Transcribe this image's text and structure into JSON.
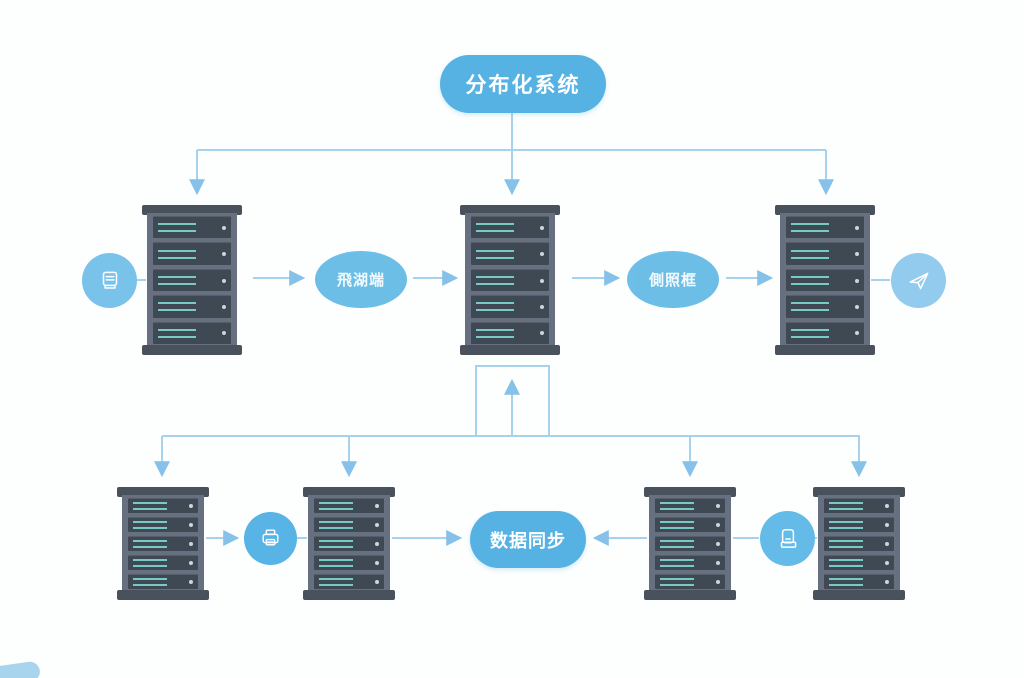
{
  "diagram": {
    "title_node": "分布化系统",
    "middle_row": {
      "left_bubble_label": "飛湖端",
      "right_bubble_label": "側照框"
    },
    "bottom_row": {
      "sync_bubble_label": "数据同步"
    },
    "icons": {
      "left_circle": "storage-device-icon",
      "right_circle": "paper-plane-icon",
      "bottom_left_circle": "printer-icon",
      "bottom_right_circle": "document-scanner-icon"
    },
    "colors": {
      "bubble_blue": "#55b2e3",
      "mid_bubble_blue": "#68bce7",
      "circle_blue": "#79c3ea",
      "pale_circle_blue": "#92cbed",
      "arrow_blue": "#a6d2ee",
      "arrowhead_blue": "#85c1e8",
      "server_body_gray": "#667080",
      "server_cap_gray": "#49525c",
      "server_slot_gray": "#3f4953",
      "slot_text_teal": "#7fd8d2"
    },
    "servers": {
      "middle_row_count": 3,
      "bottom_row_count": 4,
      "slots_per_rack": 5
    },
    "edges": [
      {
        "from": "root-node",
        "to": "server-m1",
        "type": "arrow"
      },
      {
        "from": "root-node",
        "to": "server-m2",
        "type": "arrow"
      },
      {
        "from": "root-node",
        "to": "server-m3",
        "type": "arrow"
      },
      {
        "from": "storage-circle",
        "to": "server-m1",
        "type": "line"
      },
      {
        "from": "server-m1",
        "to": "left-bubble",
        "type": "arrow"
      },
      {
        "from": "left-bubble",
        "to": "server-m2",
        "type": "arrow"
      },
      {
        "from": "server-m2",
        "to": "right-bubble",
        "type": "arrow"
      },
      {
        "from": "right-bubble",
        "to": "server-m3",
        "type": "arrow"
      },
      {
        "from": "server-m3",
        "to": "plane-circle",
        "type": "line"
      },
      {
        "from": "bottom-bus",
        "to": "server-m2",
        "type": "arrow-up"
      },
      {
        "from": "bottom-bus",
        "to": "server-b1",
        "type": "arrow"
      },
      {
        "from": "bottom-bus",
        "to": "server-b2",
        "type": "arrow"
      },
      {
        "from": "bottom-bus",
        "to": "server-b3",
        "type": "arrow"
      },
      {
        "from": "bottom-bus",
        "to": "server-b4",
        "type": "arrow"
      },
      {
        "from": "server-b1",
        "to": "printer-circle",
        "type": "arrow"
      },
      {
        "from": "printer-circle",
        "to": "server-b2",
        "type": "line"
      },
      {
        "from": "server-b2",
        "to": "sync-node",
        "type": "arrow"
      },
      {
        "from": "server-b3",
        "to": "sync-node",
        "type": "arrow"
      },
      {
        "from": "server-b3",
        "to": "scanner-circle",
        "type": "line"
      },
      {
        "from": "scanner-circle",
        "to": "server-b4",
        "type": "line"
      }
    ]
  }
}
